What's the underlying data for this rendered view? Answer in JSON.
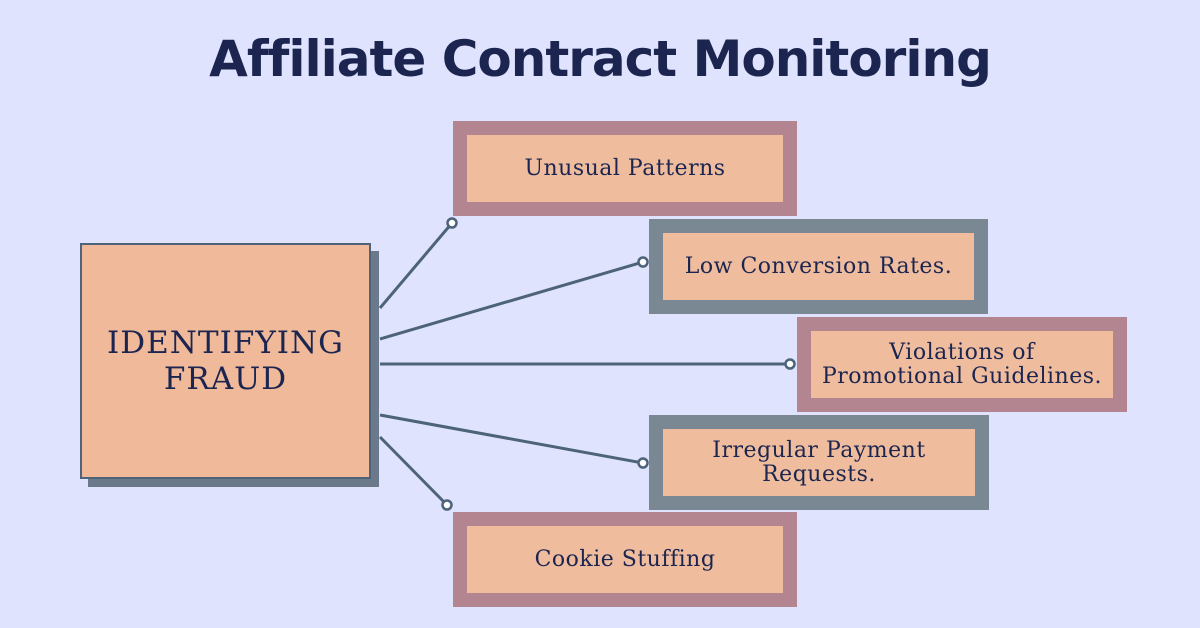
{
  "title": "Affiliate Contract Monitoring",
  "center": {
    "line1": "IDENTIFYING",
    "line2": "FRAUD"
  },
  "leaves": [
    {
      "label": "Unusual Patterns",
      "frame_color": "#b38591"
    },
    {
      "label": "Low Conversion Rates.",
      "frame_color": "#7a8893"
    },
    {
      "label": "Violations of Promotional Guidelines.",
      "frame_color": "#b38591"
    },
    {
      "label": "Irregular Payment Requests.",
      "frame_color": "#7a8893"
    },
    {
      "label": "Cookie Stuffing",
      "frame_color": "#b38591"
    }
  ],
  "colors": {
    "background": "#dfe3fd",
    "title": "#1b2550",
    "box_fill": "#efbc9d",
    "connector": "#4c6379"
  }
}
